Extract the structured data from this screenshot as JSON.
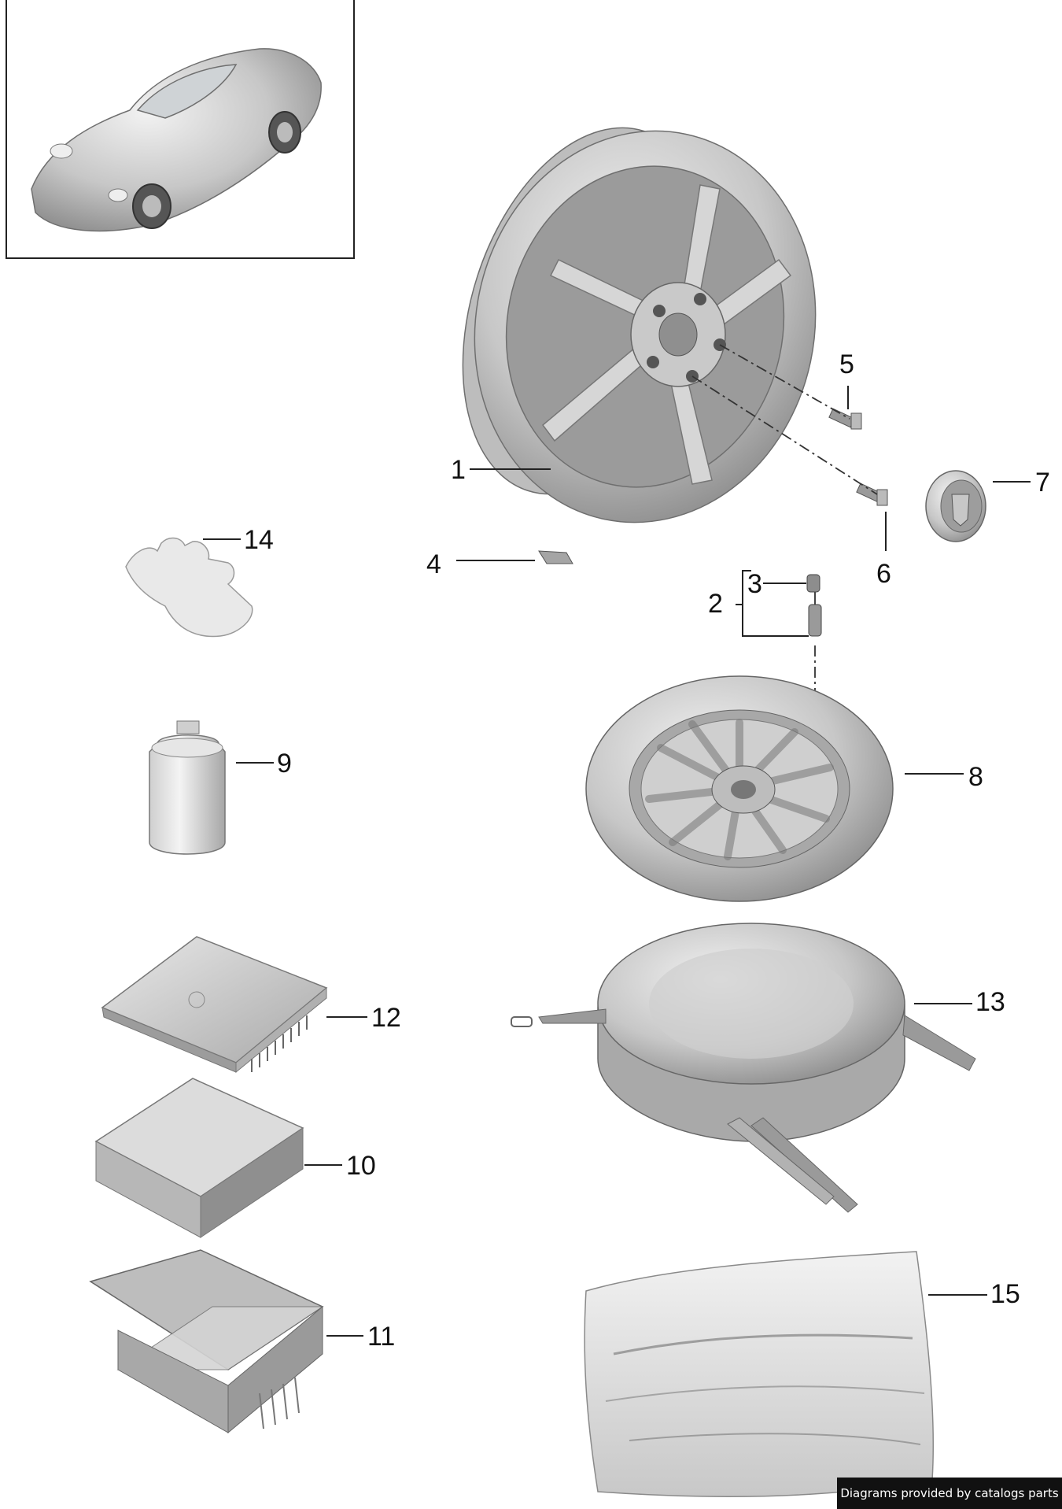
{
  "diagram": {
    "callouts": [
      "1",
      "2",
      "3",
      "4",
      "5",
      "6",
      "7",
      "8",
      "9",
      "10",
      "11",
      "12",
      "13",
      "14",
      "15"
    ]
  },
  "credit": {
    "text": "Diagrams provided by catalogs parts"
  },
  "colors": {
    "part_light": "#d9d9d9",
    "part_mid": "#b5b5b5",
    "part_dark": "#8a8a8a",
    "line": "#222222"
  },
  "icons": [
    "car-thumbnail-icon"
  ]
}
